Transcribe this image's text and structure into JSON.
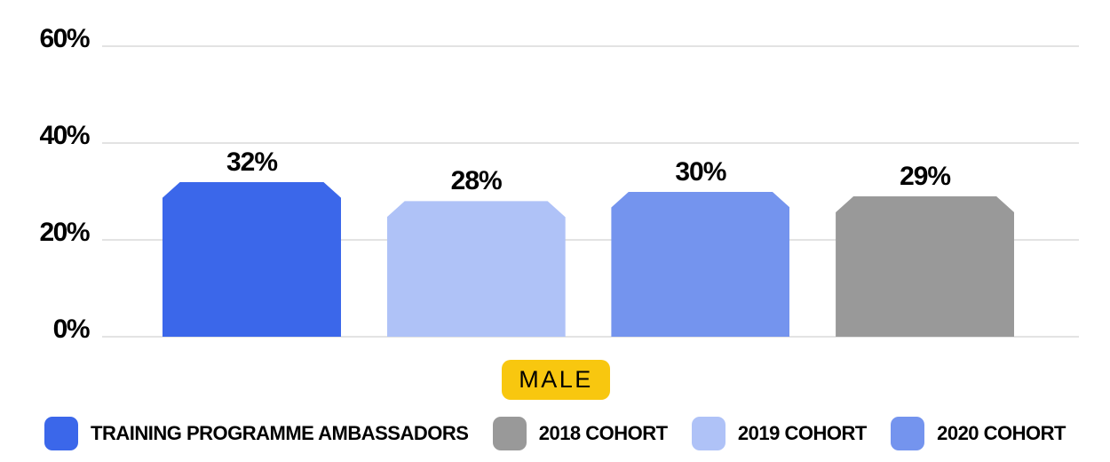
{
  "chart_data": {
    "type": "bar",
    "title": "",
    "categories": [
      "MALE"
    ],
    "x_group_label": "MALE",
    "series": [
      {
        "name": "TRAINING PROGRAMME AMBASSADORS",
        "values": [
          32
        ],
        "data_label": "32%",
        "color": "#3B67EA"
      },
      {
        "name": "2019 COHORT",
        "values": [
          28
        ],
        "data_label": "28%",
        "color": "#AFC2F7"
      },
      {
        "name": "2020 COHORT",
        "values": [
          30
        ],
        "data_label": "30%",
        "color": "#7494EE"
      },
      {
        "name": "2018 COHORT",
        "values": [
          29
        ],
        "data_label": "29%",
        "color": "#999999"
      }
    ],
    "y_axis": {
      "ticks": [
        {
          "label": "60%",
          "value": 60
        },
        {
          "label": "40%",
          "value": 40
        },
        {
          "label": "20%",
          "value": 20
        },
        {
          "label": "0%",
          "value": 0
        }
      ],
      "ylim": [
        0,
        60
      ]
    },
    "grid": true,
    "legend": {
      "position": "bottom",
      "items": [
        {
          "label": "TRAINING PROGRAMME AMBASSADORS",
          "color": "#3B67EA"
        },
        {
          "label": "2018 COHORT",
          "color": "#999999"
        },
        {
          "label": "2019 COHORT",
          "color": "#AFC2F7"
        },
        {
          "label": "2020 COHORT",
          "color": "#7494EE"
        }
      ]
    },
    "colors": {
      "axis_label_bg": "#F8C70F",
      "gridline": "#E3E3E3",
      "text": "#000000",
      "background": "#FFFFFF"
    }
  }
}
